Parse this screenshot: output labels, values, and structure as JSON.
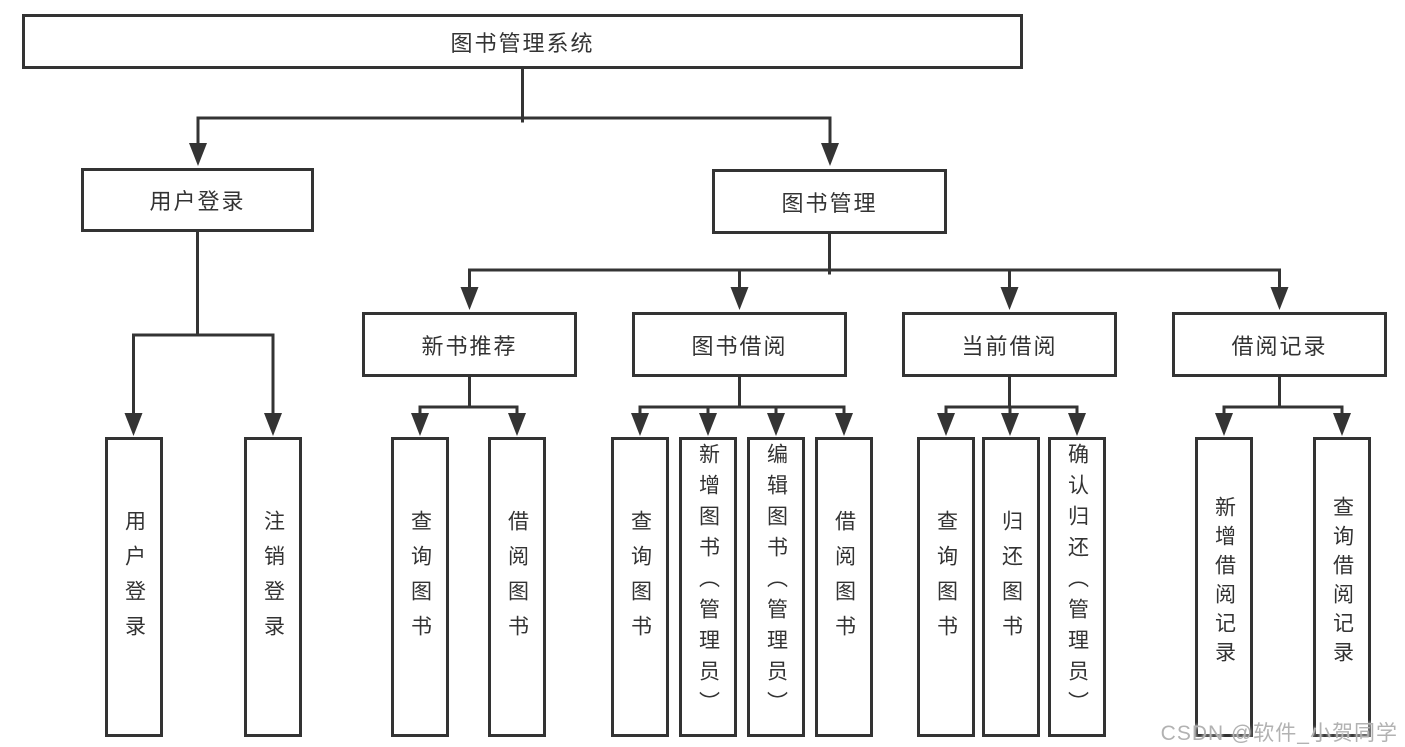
{
  "diagram": {
    "title": "图书管理系统",
    "watermark": "CSDN @软件_小贺同学",
    "colors": {
      "line": "#343434",
      "box_border": "#333333",
      "box_background": "#ffffff",
      "text": "#333333",
      "watermark_text": "#b2b2b2",
      "page_background": "#ffffff"
    },
    "nodes": {
      "root": "图书管理系统",
      "user_login": "用户登录",
      "book_management": "图书管理",
      "new_book_recommend": "新书推荐",
      "book_borrow": "图书借阅",
      "current_borrow": "当前借阅",
      "borrow_records": "借阅记录",
      "leaf_user_login": "用户登录",
      "leaf_logout_login": "注销登录",
      "leaf_query_book_a": "查询图书",
      "leaf_borrow_book_a": "借阅图书",
      "leaf_query_book_b": "查询图书",
      "leaf_add_book_admin": "新增图书（管理员）",
      "leaf_edit_book_admin": "编辑图书（管理员）",
      "leaf_borrow_book_b": "借阅图书",
      "leaf_query_book_c": "查询图书",
      "leaf_return_book": "归还图书",
      "leaf_confirm_return_admin": "确认归还（管理员）",
      "leaf_add_borrow_record": "新增借阅记录",
      "leaf_query_borrow_record": "查询借阅记录"
    },
    "edges": {
      "root": [
        "user_login",
        "book_management"
      ],
      "user_login": [
        "leaf_user_login",
        "leaf_logout_login"
      ],
      "book_management": [
        "new_book_recommend",
        "book_borrow",
        "current_borrow",
        "borrow_records"
      ],
      "new_book_recommend": [
        "leaf_query_book_a",
        "leaf_borrow_book_a"
      ],
      "book_borrow": [
        "leaf_query_book_b",
        "leaf_add_book_admin",
        "leaf_edit_book_admin",
        "leaf_borrow_book_b"
      ],
      "current_borrow": [
        "leaf_query_book_c",
        "leaf_return_book",
        "leaf_confirm_return_admin"
      ],
      "borrow_records": [
        "leaf_add_borrow_record",
        "leaf_query_borrow_record"
      ]
    }
  }
}
